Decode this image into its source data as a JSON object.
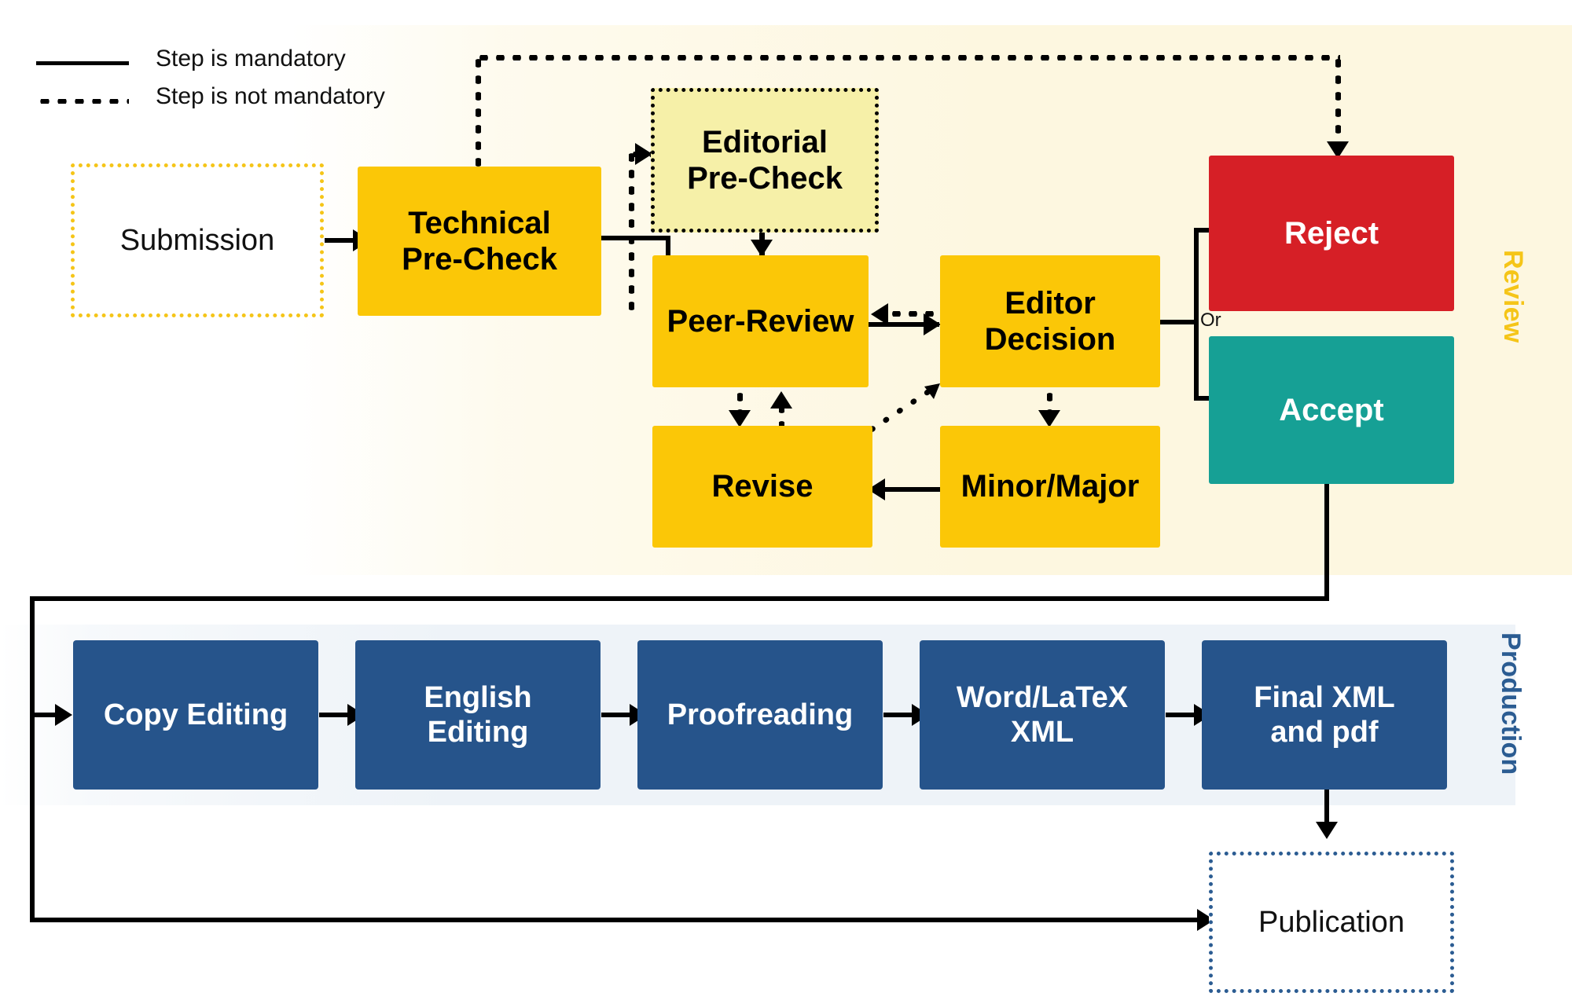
{
  "legend": {
    "items": [
      {
        "label": "Step is mandatory",
        "style": "solid"
      },
      {
        "label": "Step is not mandatory",
        "style": "dotted"
      }
    ]
  },
  "bands": [
    {
      "name": "Review",
      "label": "Review",
      "color": "#f5c518"
    },
    {
      "name": "Production",
      "label": "Production",
      "color": "#2b5c92"
    }
  ],
  "nodes": {
    "submission": {
      "label": "Submission",
      "style": "dotted-gold-outline"
    },
    "technical_pre_check": {
      "label": "Technical\nPre-Check",
      "line1": "Technical",
      "line2": "Pre-Check",
      "style": "yellow"
    },
    "editorial_pre_check": {
      "label": "Editorial\nPre-Check",
      "line1": "Editorial",
      "line2": "Pre-Check",
      "style": "light-yellow-dotted"
    },
    "peer_review": {
      "label": "Peer-Review",
      "style": "yellow"
    },
    "editor_decision": {
      "label": "Editor\nDecision",
      "line1": "Editor",
      "line2": "Decision",
      "style": "yellow"
    },
    "revise": {
      "label": "Revise",
      "style": "yellow"
    },
    "minor_major": {
      "label": "Minor/Major",
      "style": "yellow"
    },
    "reject": {
      "label": "Reject",
      "style": "red"
    },
    "accept": {
      "label": "Accept",
      "style": "teal"
    },
    "copy_editing": {
      "label": "Copy Editing",
      "style": "blue"
    },
    "english_editing": {
      "label": "English\nEditing",
      "line1": "English",
      "line2": "Editing",
      "style": "blue"
    },
    "proofreading": {
      "label": "Proofreading",
      "style": "blue"
    },
    "word_latex_xml": {
      "label": "Word/LaTeX\nXML",
      "line1": "Word/LaTeX",
      "line2": "XML",
      "style": "blue"
    },
    "final_xml_pdf": {
      "label": "Final XML\nand pdf",
      "line1": "Final XML",
      "line2": "and pdf",
      "style": "blue"
    },
    "publication": {
      "label": "Publication",
      "style": "dotted-blue-outline"
    }
  },
  "annotations": {
    "or": "Or"
  },
  "colors": {
    "yellow": "#fbc707",
    "light_yellow": "#f6f0a8",
    "gold_outline": "#f5c518",
    "red": "#d61f26",
    "teal": "#16a095",
    "blue": "#26548b",
    "blue_outline": "#2b5c92",
    "review_band": "#fdf7e0",
    "production_band": "#eef3f8",
    "line": "#000000"
  },
  "edges": [
    {
      "from": "submission",
      "to": "technical_pre_check",
      "style": "solid"
    },
    {
      "from": "technical_pre_check",
      "to": "editorial_pre_check",
      "style": "dotted"
    },
    {
      "from": "technical_pre_check",
      "to": "peer_review",
      "style": "solid"
    },
    {
      "from": "technical_pre_check",
      "to": "reject",
      "style": "dotted"
    },
    {
      "from": "editorial_pre_check",
      "to": "peer_review",
      "style": "dotted"
    },
    {
      "from": "peer_review",
      "to": "editor_decision",
      "style": "solid"
    },
    {
      "from": "editor_decision",
      "to": "peer_review",
      "style": "dotted"
    },
    {
      "from": "peer_review",
      "to": "revise",
      "style": "dotted"
    },
    {
      "from": "revise",
      "to": "peer_review",
      "style": "dotted"
    },
    {
      "from": "revise",
      "to": "editor_decision",
      "style": "dotted"
    },
    {
      "from": "editor_decision",
      "to": "minor_major",
      "style": "dotted"
    },
    {
      "from": "minor_major",
      "to": "revise",
      "style": "solid"
    },
    {
      "from": "editor_decision",
      "to": "reject",
      "style": "solid"
    },
    {
      "from": "editor_decision",
      "to": "accept",
      "style": "solid"
    },
    {
      "from": "accept",
      "to": "copy_editing",
      "style": "solid"
    },
    {
      "from": "copy_editing",
      "to": "english_editing",
      "style": "solid"
    },
    {
      "from": "english_editing",
      "to": "proofreading",
      "style": "solid"
    },
    {
      "from": "proofreading",
      "to": "word_latex_xml",
      "style": "solid"
    },
    {
      "from": "word_latex_xml",
      "to": "final_xml_pdf",
      "style": "solid"
    },
    {
      "from": "final_xml_pdf",
      "to": "publication",
      "style": "solid"
    },
    {
      "from": "accept",
      "to": "publication",
      "style": "solid"
    }
  ]
}
